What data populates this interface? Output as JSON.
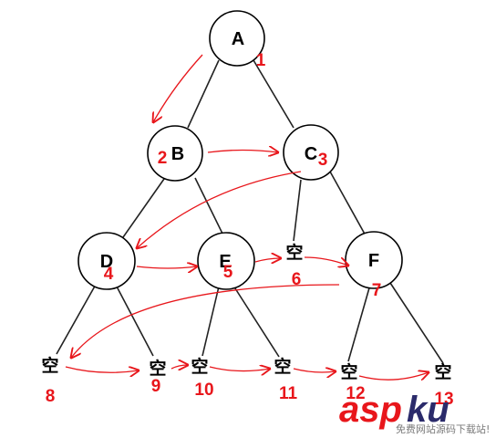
{
  "nodes": [
    {
      "label": "A",
      "order": "1"
    },
    {
      "label": "B",
      "order": "2"
    },
    {
      "label": "C",
      "order": "3"
    },
    {
      "label": "D",
      "order": "4"
    },
    {
      "label": "E",
      "order": "5"
    },
    {
      "label": "空",
      "order": "6"
    },
    {
      "label": "F",
      "order": "7"
    },
    {
      "label": "空",
      "order": "8"
    },
    {
      "label": "空",
      "order": "9"
    },
    {
      "label": "空",
      "order": "10"
    },
    {
      "label": "空",
      "order": "11"
    },
    {
      "label": "空",
      "order": "12"
    },
    {
      "label": "空",
      "order": "13"
    }
  ],
  "watermark": {
    "text_main_1": "asp",
    "text_main_2": "ku",
    "text_sub": "免费网站源码下载站!",
    "color_main": "#e8161b",
    "color_accent": "#2b2b6b"
  },
  "colors": {
    "annotation": "#e8161b",
    "node_stroke": "#000000"
  }
}
